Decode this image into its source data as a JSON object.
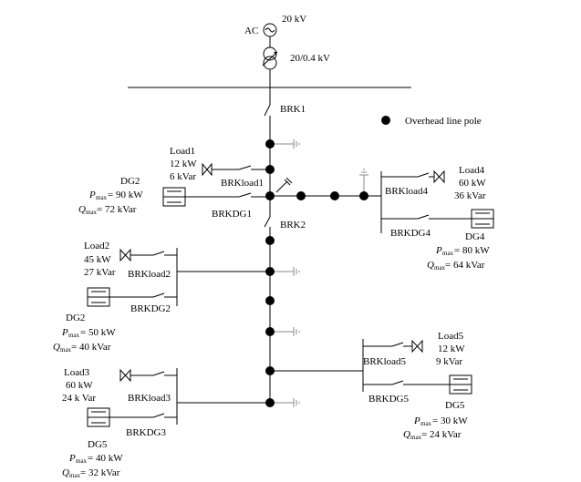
{
  "source": {
    "label": "AC",
    "voltage": "20 kV",
    "transformer_rating": "20/0.4 kV"
  },
  "legend": {
    "label": "Overhead line pole"
  },
  "breakers": {
    "brk1": "BRK1",
    "brk2": "BRK2",
    "brk_load1": "BRKload1",
    "brk_dg1": "BRKDG1",
    "brk_load4": "BRKload4",
    "brk_dg4": "BRKDG4",
    "brk_load2": "BRKload2",
    "brk_dg2": "BRKDG2",
    "brk_load3": "BRKload3",
    "brk_dg3": "BRKDG3",
    "brk_load5": "BRKload5",
    "brk_dg5": "BRKDG5"
  },
  "loads": {
    "load1": {
      "name": "Load1",
      "p": "12 kW",
      "q": "6 kVar"
    },
    "load2": {
      "name": "Load2",
      "p": "45 kW",
      "q": "27 kVar"
    },
    "load3": {
      "name": "Load3",
      "p": "60 kW",
      "q": "24 k Var"
    },
    "load4": {
      "name": "Load4",
      "p": "60 kW",
      "q": "36 kVar"
    },
    "load5": {
      "name": "Load5",
      "p": "12 kW",
      "q": "9 kVar"
    }
  },
  "generators": {
    "dg_upper_left": {
      "name": "DG2",
      "pmax": "= 90 kW",
      "qmax": "= 72 kVar"
    },
    "dg_mid_left": {
      "name": "DG2",
      "pmax": "= 50 kW",
      "qmax": "= 40 kVar"
    },
    "dg_lower_left": {
      "name": "DG5",
      "pmax": "= 40 kW",
      "qmax": "= 32 kVar"
    },
    "dg4": {
      "name": "DG4",
      "pmax": "= 80 kW",
      "qmax": "= 64 kVar"
    },
    "dg5": {
      "name": "DG5",
      "pmax": "= 30 kW",
      "qmax": "= 24 kVar"
    }
  },
  "symbols": {
    "p_letter": "P",
    "q_letter": "Q",
    "max_subscript": "max"
  }
}
